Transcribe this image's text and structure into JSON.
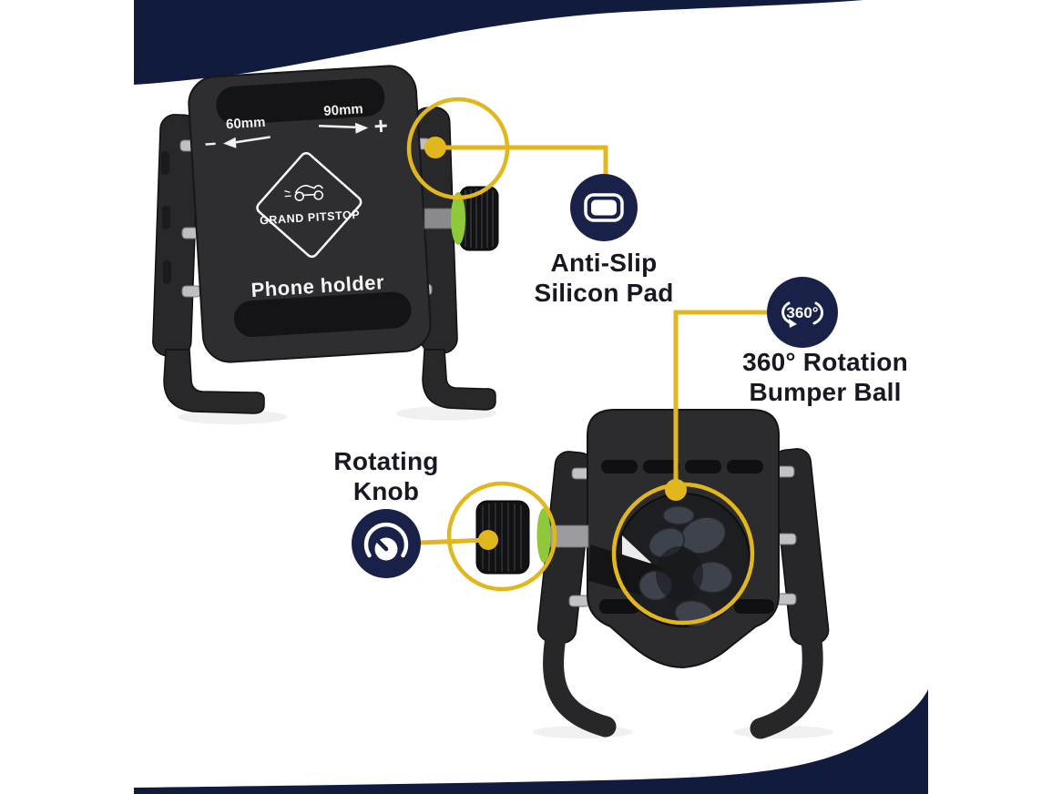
{
  "colors": {
    "navy_swoosh": "#101b3e",
    "icon_navy": "#1a2148",
    "gold": "#e2b71d",
    "lime_green": "#8fc93a",
    "label_text": "#191822",
    "product_body": "#2e2e31"
  },
  "front_view": {
    "minus": "−",
    "dim_small": "60mm",
    "dim_large": "90mm",
    "plus": "+",
    "logo": "GRAND PITSTOP",
    "product_name": "Phone holder"
  },
  "callouts": {
    "silicon_pad": {
      "line1": "Anti-Slip",
      "line2": "Silicon Pad",
      "icon": "silicon-pad-icon"
    },
    "rotation": {
      "line1": "360° Rotation",
      "line2": "Bumper Ball",
      "icon": "360-rotation-icon",
      "icon_label": "360°"
    },
    "knob": {
      "line1": "Rotating",
      "line2": "Knob",
      "icon": "rotating-knob-icon"
    }
  }
}
